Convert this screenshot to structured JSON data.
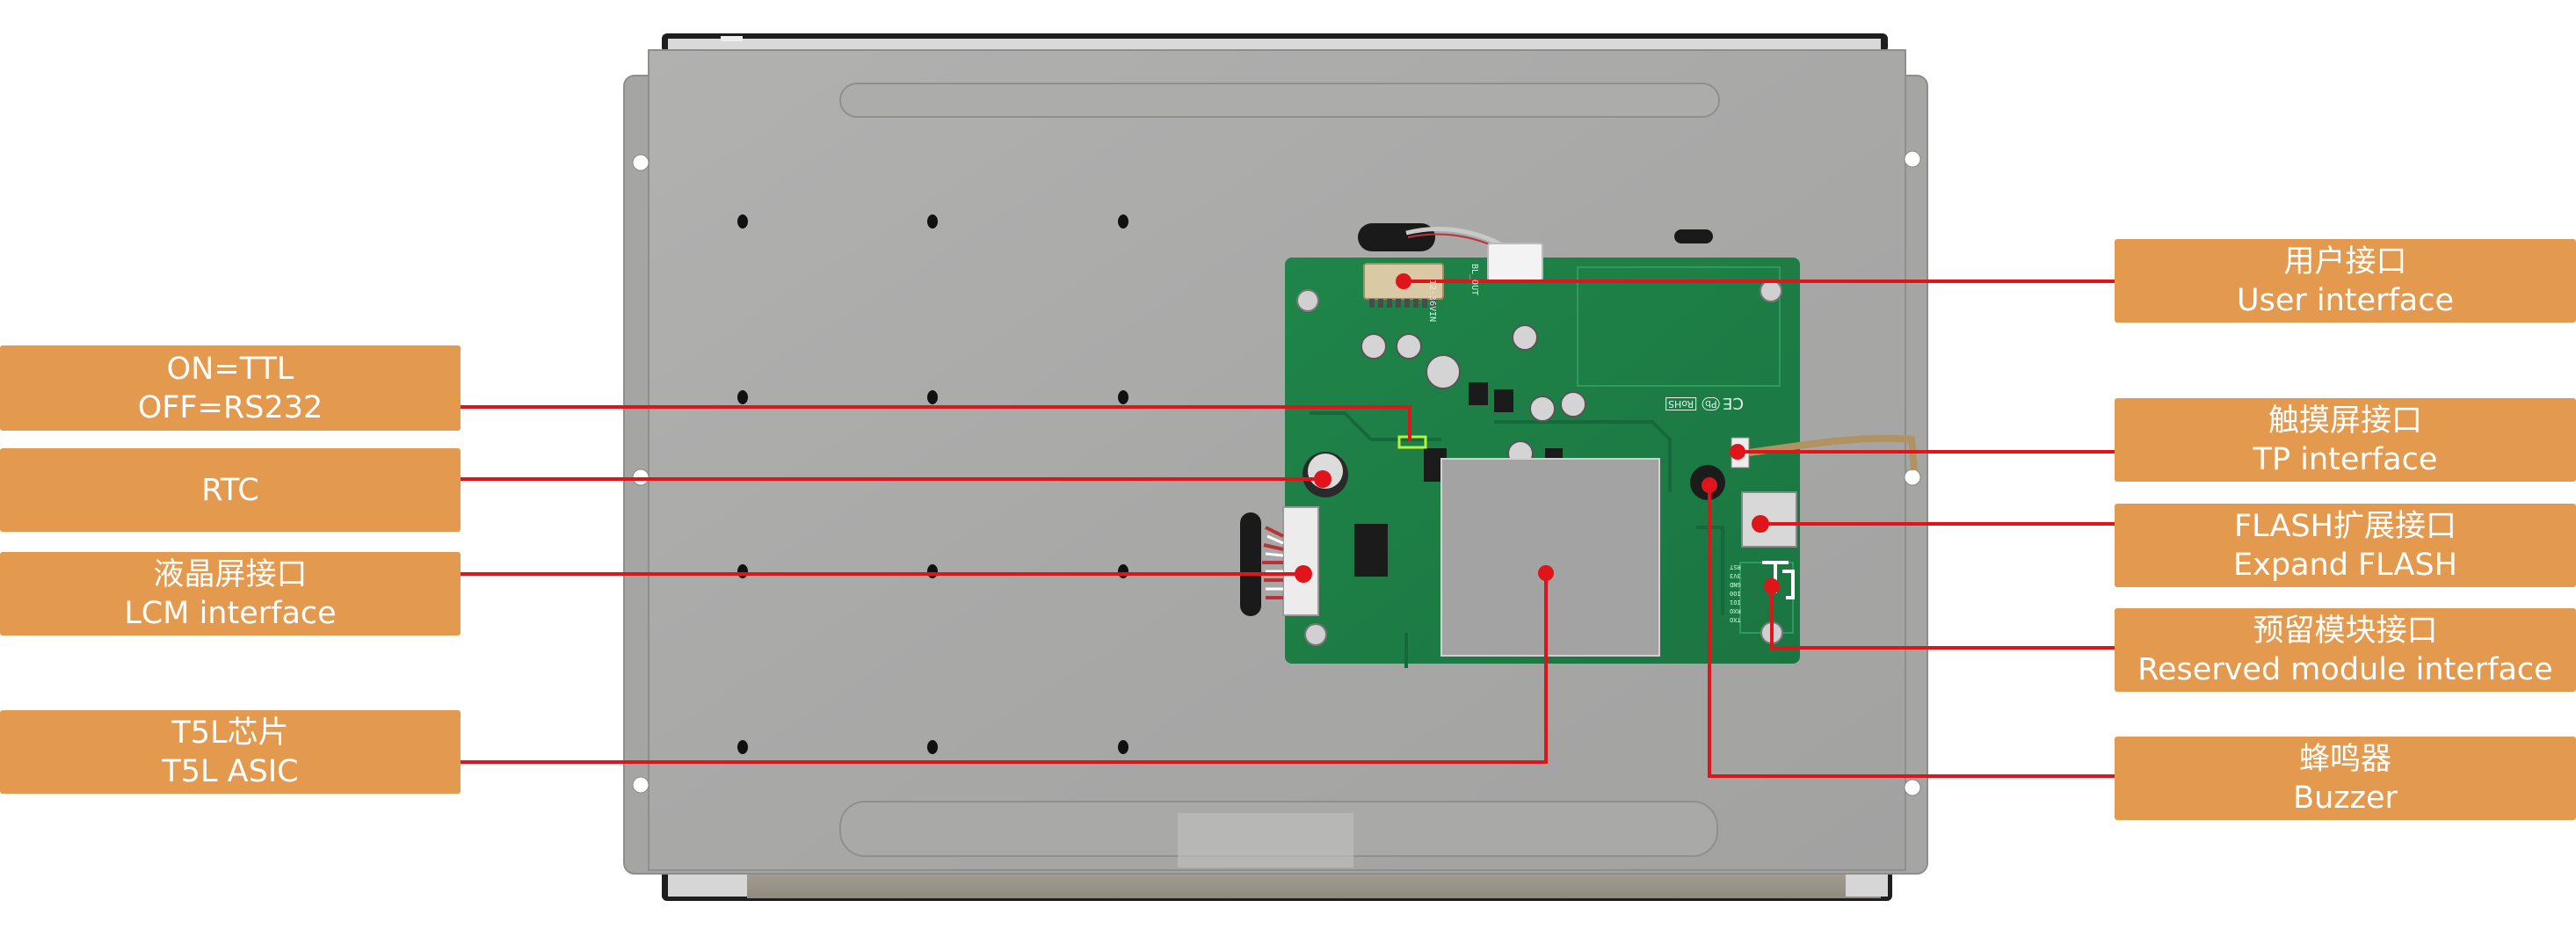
{
  "callouts": {
    "left": [
      {
        "id": "ttl-rs232-switch",
        "zh": "ON=TTL",
        "en": "OFF=RS232"
      },
      {
        "id": "rtc",
        "zh": "",
        "en": "RTC"
      },
      {
        "id": "lcm-interface",
        "zh": "液晶屏接口",
        "en": "LCM interface"
      },
      {
        "id": "t5l-asic",
        "zh": "T5L芯片",
        "en": "T5L ASIC"
      }
    ],
    "right": [
      {
        "id": "user-interface",
        "zh": "用户接口",
        "en": "User interface"
      },
      {
        "id": "tp-interface",
        "zh": "触摸屏接口",
        "en": "TP interface"
      },
      {
        "id": "flash-expand",
        "zh": "FLASH扩展接口",
        "en": "Expand FLASH"
      },
      {
        "id": "reserved-module",
        "zh": "预留模块接口",
        "en": "Reserved module interface"
      },
      {
        "id": "buzzer",
        "zh": "蜂鸣器",
        "en": "Buzzer"
      }
    ]
  },
  "board_silkscreen": {
    "power_in": "12-36VIN",
    "backlight_out": "BL_OUT",
    "rohs": "RoHS",
    "pb": "Pb",
    "ce": "CE",
    "module_pins": [
      "RST",
      "3V3",
      "GND",
      "IO0",
      "IO1",
      "RXO",
      "TXO"
    ]
  },
  "colors": {
    "callout_box": "#E39A4E",
    "leader_line": "#E0141B",
    "pcb": "#1E7D45",
    "metal": "#A9A9A8",
    "shield": "#A3A3A3",
    "highlight_box": "#B6F23A"
  }
}
